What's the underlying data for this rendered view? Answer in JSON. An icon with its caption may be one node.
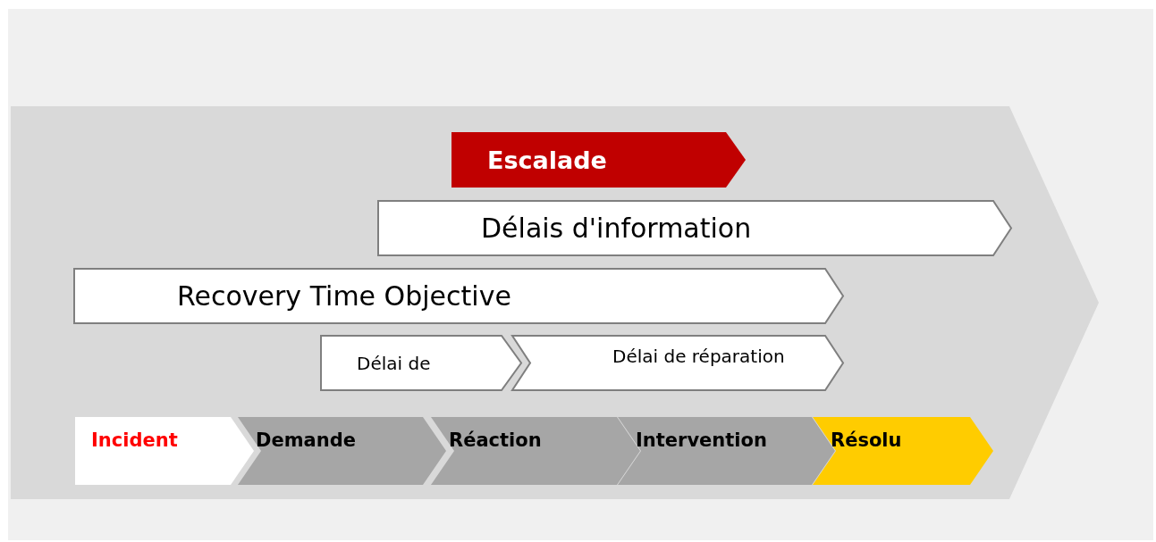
{
  "diagram": {
    "nodes": [
      {
        "text": [],
        "shape": "arrow"
      },
      {
        "text": [
          "Escalade"
        ],
        "in": 0
      },
      {
        "text": [
          "Délais d'information"
        ],
        "in": 0
      },
      {
        "text": [
          "Recovery Time Objective"
        ],
        "in": 0
      },
      {
        "text": [
          "Délai de"
        ],
        "in": 0
      },
      {
        "text": [
          "Délai de réparation"
        ],
        "in": 0
      },
      {
        "text": [
          "Incident"
        ],
        "in": 0
      },
      {
        "text": [
          "Demande"
        ],
        "in": 0
      },
      {
        "text": [
          "Réaction"
        ],
        "in": 0
      },
      {
        "text": [
          "Intervention"
        ],
        "in": 0
      },
      {
        "text": [
          "Résolu"
        ],
        "in": 0
      }
    ]
  }
}
